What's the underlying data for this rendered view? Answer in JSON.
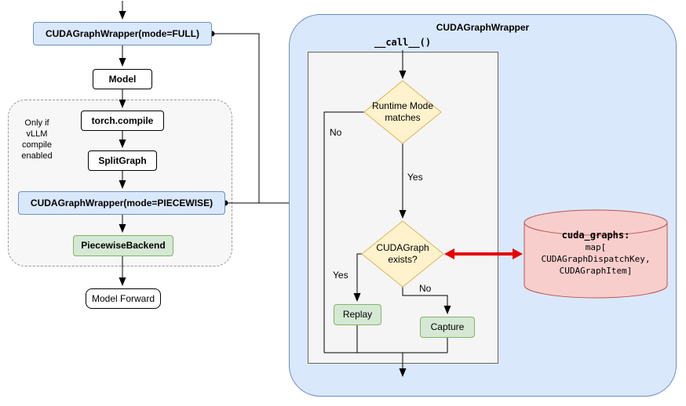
{
  "left_flow": {
    "full_wrapper_label": "CUDAGraphWrapper(mode=FULL)",
    "model_label": "Model",
    "compile_note": "Only if\nvLLM\ncompile\nenabled",
    "torch_compile_label": "torch.compile",
    "split_graph_label": "SplitGraph",
    "piecewise_wrapper_label": "CUDAGraphWrapper(mode=PIECEWISE)",
    "piecewise_backend_label": "PiecewiseBackend",
    "model_forward_label": "Model Forward"
  },
  "wrapper_panel": {
    "title": "CUDAGraphWrapper",
    "call_method": "__call__()",
    "decision_runtime_mode": "Runtime Mode matches",
    "decision_graph_exists": "CUDAGraph exists?",
    "branch_no_1": "No",
    "branch_yes_1": "Yes",
    "branch_yes_2": "Yes",
    "branch_no_2": "No",
    "replay_label": "Replay",
    "capture_label": "Capture"
  },
  "graph_store": {
    "name": "cuda_graphs:",
    "type_line_1": "map[",
    "type_line_2": "CUDAGraphDispatchKey,",
    "type_line_3": "CUDAGraphItem]"
  },
  "colors": {
    "blue_fill": "#dae8fc",
    "blue_stroke": "#6c8ebf",
    "green_fill": "#d5e8d4",
    "green_stroke": "#82b366",
    "yellow_fill": "#fff2cc",
    "yellow_stroke": "#d6b656",
    "pink_fill": "#f8cecc",
    "pink_stroke": "#b85450",
    "lookup_arrow_red": "#e60000",
    "group_gray": "#f5f5f5"
  }
}
